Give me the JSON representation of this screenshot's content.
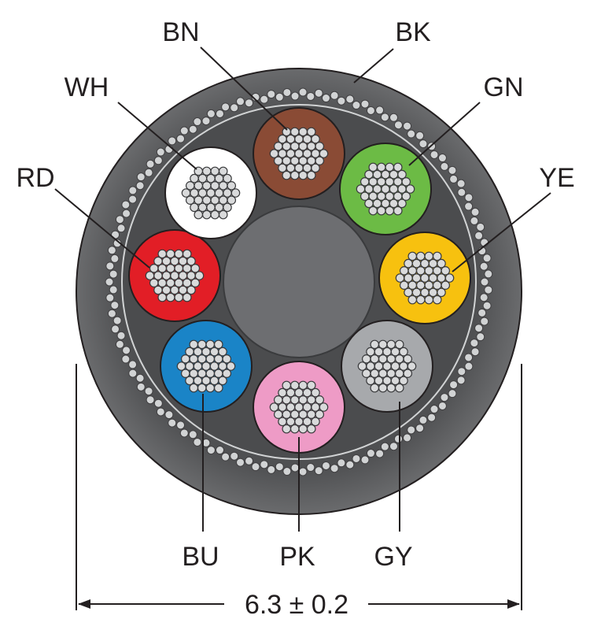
{
  "title": "Cable cross-section",
  "jacket_label": "BK",
  "dimension": "6.3 ± 0.2",
  "conductors": [
    {
      "label": "BN",
      "color": "#8a4b35"
    },
    {
      "label": "GN",
      "color": "#6cbb45"
    },
    {
      "label": "YE",
      "color": "#f7c10f"
    },
    {
      "label": "GY",
      "color": "#a7a9ac"
    },
    {
      "label": "PK",
      "color": "#ee9bc6"
    },
    {
      "label": "BU",
      "color": "#1a84c7"
    },
    {
      "label": "RD",
      "color": "#e21e26"
    },
    {
      "label": "WH",
      "color": "#ffffff"
    }
  ],
  "colors": {
    "jacket": "#5a5b5d",
    "core": "#4d4e50",
    "filler": "#6d6e71",
    "line": "#231f20"
  }
}
